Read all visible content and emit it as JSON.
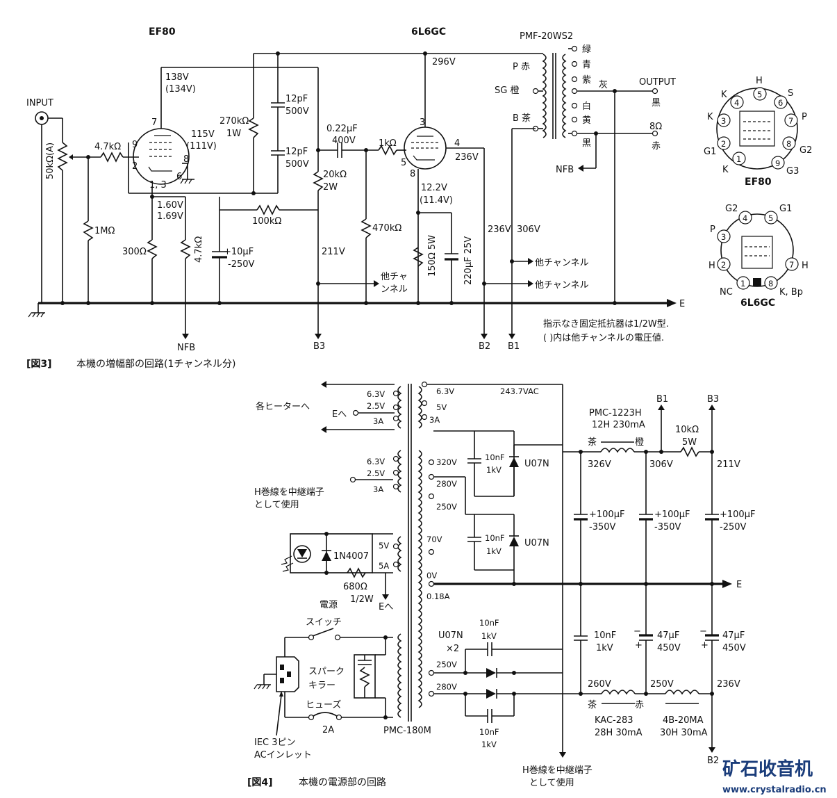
{
  "fig3": {
    "tube1_name": "EF80",
    "tube2_name": "6L6GC",
    "transformer_name": "PMF-20WS2",
    "input_label": "INPUT",
    "output_label": "OUTPUT",
    "pot": "50kΩ(A)",
    "r_grid": "4.7kΩ",
    "r_1m": "1MΩ",
    "r_cath": "300Ω",
    "r_g2": "4.7kΩ",
    "c_cath": "+10μF",
    "c_cath_v": "-250V",
    "v_plate": "138V",
    "v_plate_alt": "(134V)",
    "v_g2": "115V",
    "v_g2_alt": "(111V)",
    "v_k": "1.60V",
    "v_k_alt": "1.69V",
    "r_plate": "270kΩ",
    "r_plate_w": "1W",
    "c1": "12pF",
    "c1_v": "500V",
    "c2": "12pF",
    "c2_v": "500V",
    "r_fb": "100kΩ",
    "r_dec": "20kΩ",
    "r_dec_w": "2W",
    "c_cpl": "0.22μF",
    "c_cpl_v": "400V",
    "r_stop": "1kΩ",
    "r_gl": "470kΩ",
    "v_b1": "296V",
    "v_g2p": "236V",
    "v_k2": "12.2V",
    "v_k2_alt": "(11.4V)",
    "r_k2": "150Ω 5W",
    "c_k2": "220μF 25V",
    "v_211": "211V",
    "v_236": "236V",
    "v_306": "306V",
    "other_ch_1": "他チャ",
    "other_ch_2": "ンネル",
    "other_ch": "他チャンネル",
    "nfb": "NFB",
    "b3": "B3",
    "b2": "B2",
    "b1": "B1",
    "e": "E",
    "t_p": "P 赤",
    "t_sg": "SG 橙",
    "t_b": "B 茶",
    "t_green": "緑",
    "t_blue": "青",
    "t_purple": "紫",
    "t_gray": "灰",
    "t_white": "白",
    "t_yellow": "黄",
    "t_black": "黒",
    "out_black": "黒",
    "out_8": "8Ω",
    "out_red": "赤",
    "pin_9": "9",
    "pin_7": "7",
    "pin_2": "2",
    "pin_8": "8",
    "pin_6": "6",
    "pin_13": "1, 3",
    "pin2_3": "3",
    "pin2_4": "4",
    "pin2_5": "5",
    "pin2_8": "8",
    "note_1": "指示なき固定抵抗器は1/2W型.",
    "note_2": "( )内は他チャンネルの電圧値.",
    "caption_num": "[図3]",
    "caption_text": "本機の増幅部の回路(1チャンネル分)"
  },
  "basing": {
    "ef80_labels": [
      "H",
      "S",
      "P",
      "G2",
      "G3",
      "K",
      "G1",
      "K",
      "K"
    ],
    "ef80_nums": [
      "5",
      "6",
      "7",
      "8",
      "9",
      "1",
      "2",
      "3",
      "4"
    ],
    "ef80_name": "EF80",
    "l6_nums": [
      "4",
      "5",
      "7",
      "8",
      "1",
      "2",
      "3"
    ],
    "l6_labels": [
      "G2",
      "G1",
      "H",
      "K, Bp",
      "NC",
      "H",
      "P"
    ],
    "l6_name": "6L6GC"
  },
  "fig4": {
    "v63": "6.3V",
    "v25": "2.5V",
    "a3": "3A",
    "heaters": "各ヒーターへ",
    "e_to": "Eへ",
    "s63": "6.3V",
    "s5v": "5V",
    "s3a": "3A",
    "ac": "243.7VAC",
    "v63b": "6.3V",
    "v25b": "2.5V",
    "a3b": "3A",
    "relay_1": "H巻線を中継端子",
    "relay_2": "として使用",
    "s320": "320V",
    "s280": "280V",
    "s250": "250V",
    "s70": "70V",
    "s0": "0V",
    "s018": "0.18A",
    "c10n": "10nF",
    "c1kv": "1kV",
    "u07n": "U07N",
    "u07n_b": "U07N",
    "v5": "5V",
    "a5": "5A",
    "d_1n": "1N4007",
    "r680": "680Ω",
    "r680w": "1/2W",
    "e_to2": "Eへ",
    "sw_1": "電源",
    "sw_2": "スイッチ",
    "spark_1": "スパーク",
    "spark_2": "キラー",
    "fuse": "ヒューズ",
    "fuse_a": "2A",
    "iec_1": "IEC 3ピン",
    "iec_2": "ACインレット",
    "pt": "PMC-180M",
    "u07n_x2": "U07N",
    "x2": "×2",
    "c10n_b": "10nF",
    "c1kv_b": "1kV",
    "c10n_c": "10nF",
    "c1kv_c": "1kV",
    "c10n_d": "10nF",
    "c1kv_d": "1kV",
    "s250b": "250V",
    "s280b": "280V",
    "choke1": "PMC-1223H",
    "choke1_v": "12H 230mA",
    "ch1_in": "茶",
    "ch1_out": "橙",
    "r10k": "10kΩ",
    "r10k_w": "5W",
    "b1": "B1",
    "b3": "B3",
    "b2": "B2",
    "v326": "326V",
    "v306": "306V",
    "v211": "211V",
    "c100a": "+100μF",
    "c100a_v": "-350V",
    "c100b": "+100μF",
    "c100b_v": "-350V",
    "c100c": "+100μF",
    "c100c_v": "-250V",
    "e": "E",
    "c10n_e": "10nF",
    "c1kv_e": "1kV",
    "c47a": "47μF",
    "c47a_v": "450V",
    "c47b": "47μF",
    "c47b_v": "450V",
    "v260": "260V",
    "v250": "250V",
    "v236": "236V",
    "ch2_in": "茶",
    "ch2_out": "赤",
    "choke2": "KAC-283",
    "choke2_v": "28H 30mA",
    "choke3": "4B-20MA",
    "choke3_v": "30H 30mA",
    "relay_3": "H巻線を中継端子",
    "relay_4": "として使用",
    "caption_num": "[図4]",
    "caption_text": "本機の電源部の回路"
  },
  "watermark": {
    "brand": "矿石收音机",
    "url": "www.crystalradio.cn"
  }
}
